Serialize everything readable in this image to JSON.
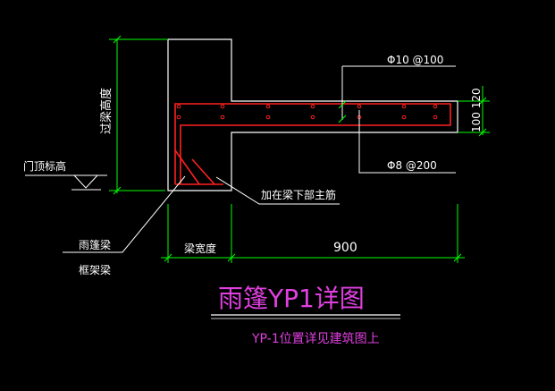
{
  "labels": {
    "rebar_top": "Φ10 @100",
    "rebar_dist": "Φ8 @200",
    "beam_height": "过梁高度",
    "door_top_level": "门顶标高",
    "anchor_note": "加在梁下部主筋",
    "canopy_beam": "雨篷梁",
    "frame_beam": "框架梁",
    "beam_width": "梁宽度",
    "span": "900",
    "slab_thickness": "100 120",
    "title": "雨篷YP1详图",
    "subtitle": "YP-1位置详见建筑图上"
  },
  "colors": {
    "background": "#000000",
    "outline": "#FFFFFF",
    "dimension": "#00FF00",
    "rebar": "#FF2020",
    "title": "#E040E0"
  }
}
